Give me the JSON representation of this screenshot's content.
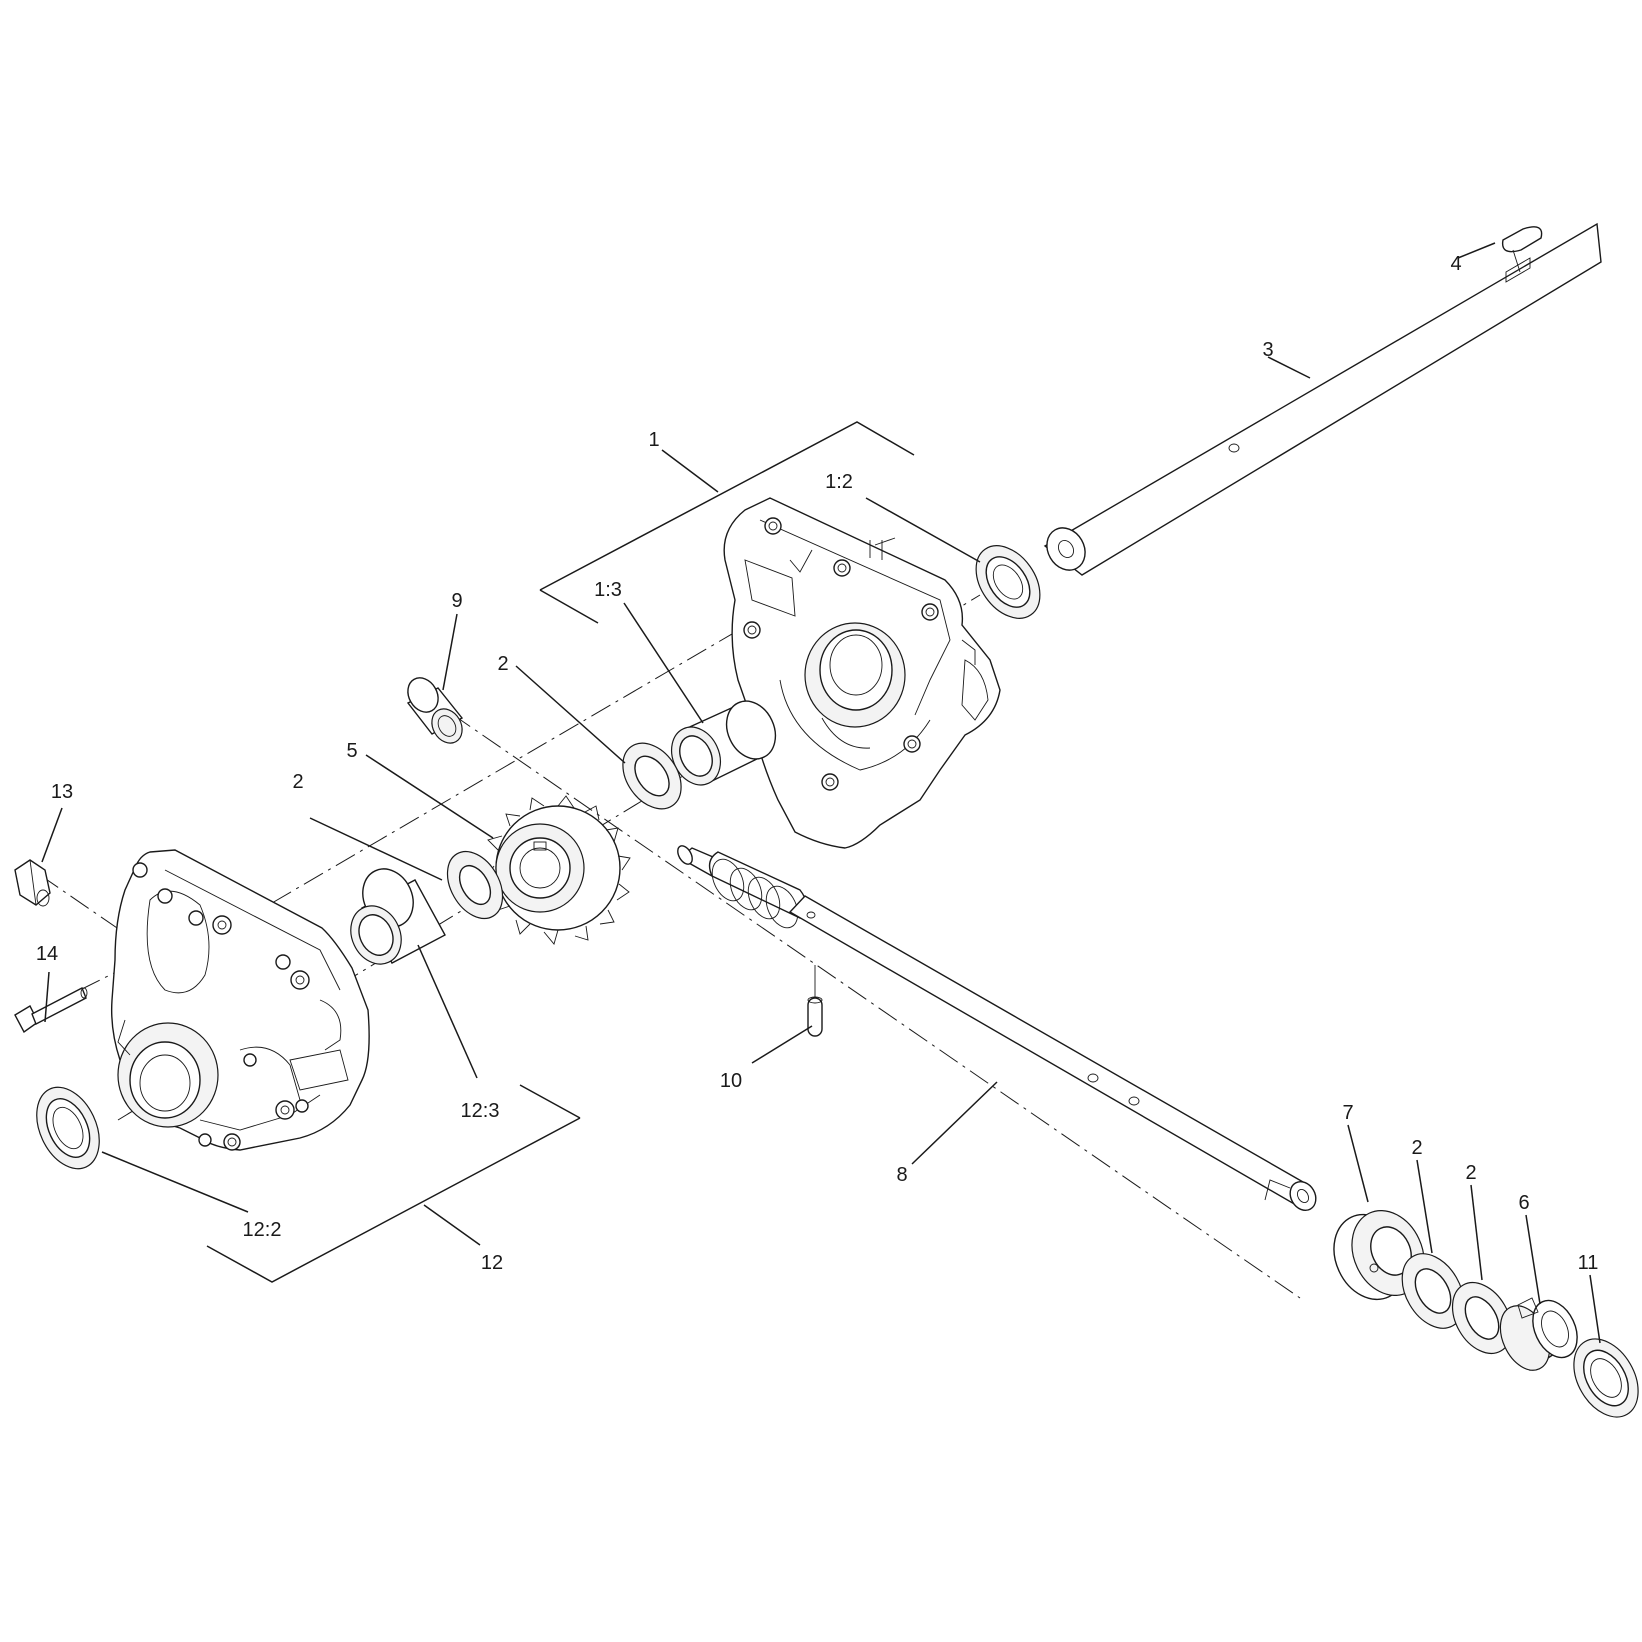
{
  "callouts": {
    "c1": "1",
    "c1_2": "1:2",
    "c1_3": "1:3",
    "c2a": "2",
    "c2b": "2",
    "c2c": "2",
    "c2d": "2",
    "c3": "3",
    "c4": "4",
    "c5": "5",
    "c6": "6",
    "c7": "7",
    "c8": "8",
    "c9": "9",
    "c10": "10",
    "c11": "11",
    "c12": "12",
    "c12_2": "12:2",
    "c12_3": "12:3",
    "c13": "13",
    "c14": "14"
  }
}
